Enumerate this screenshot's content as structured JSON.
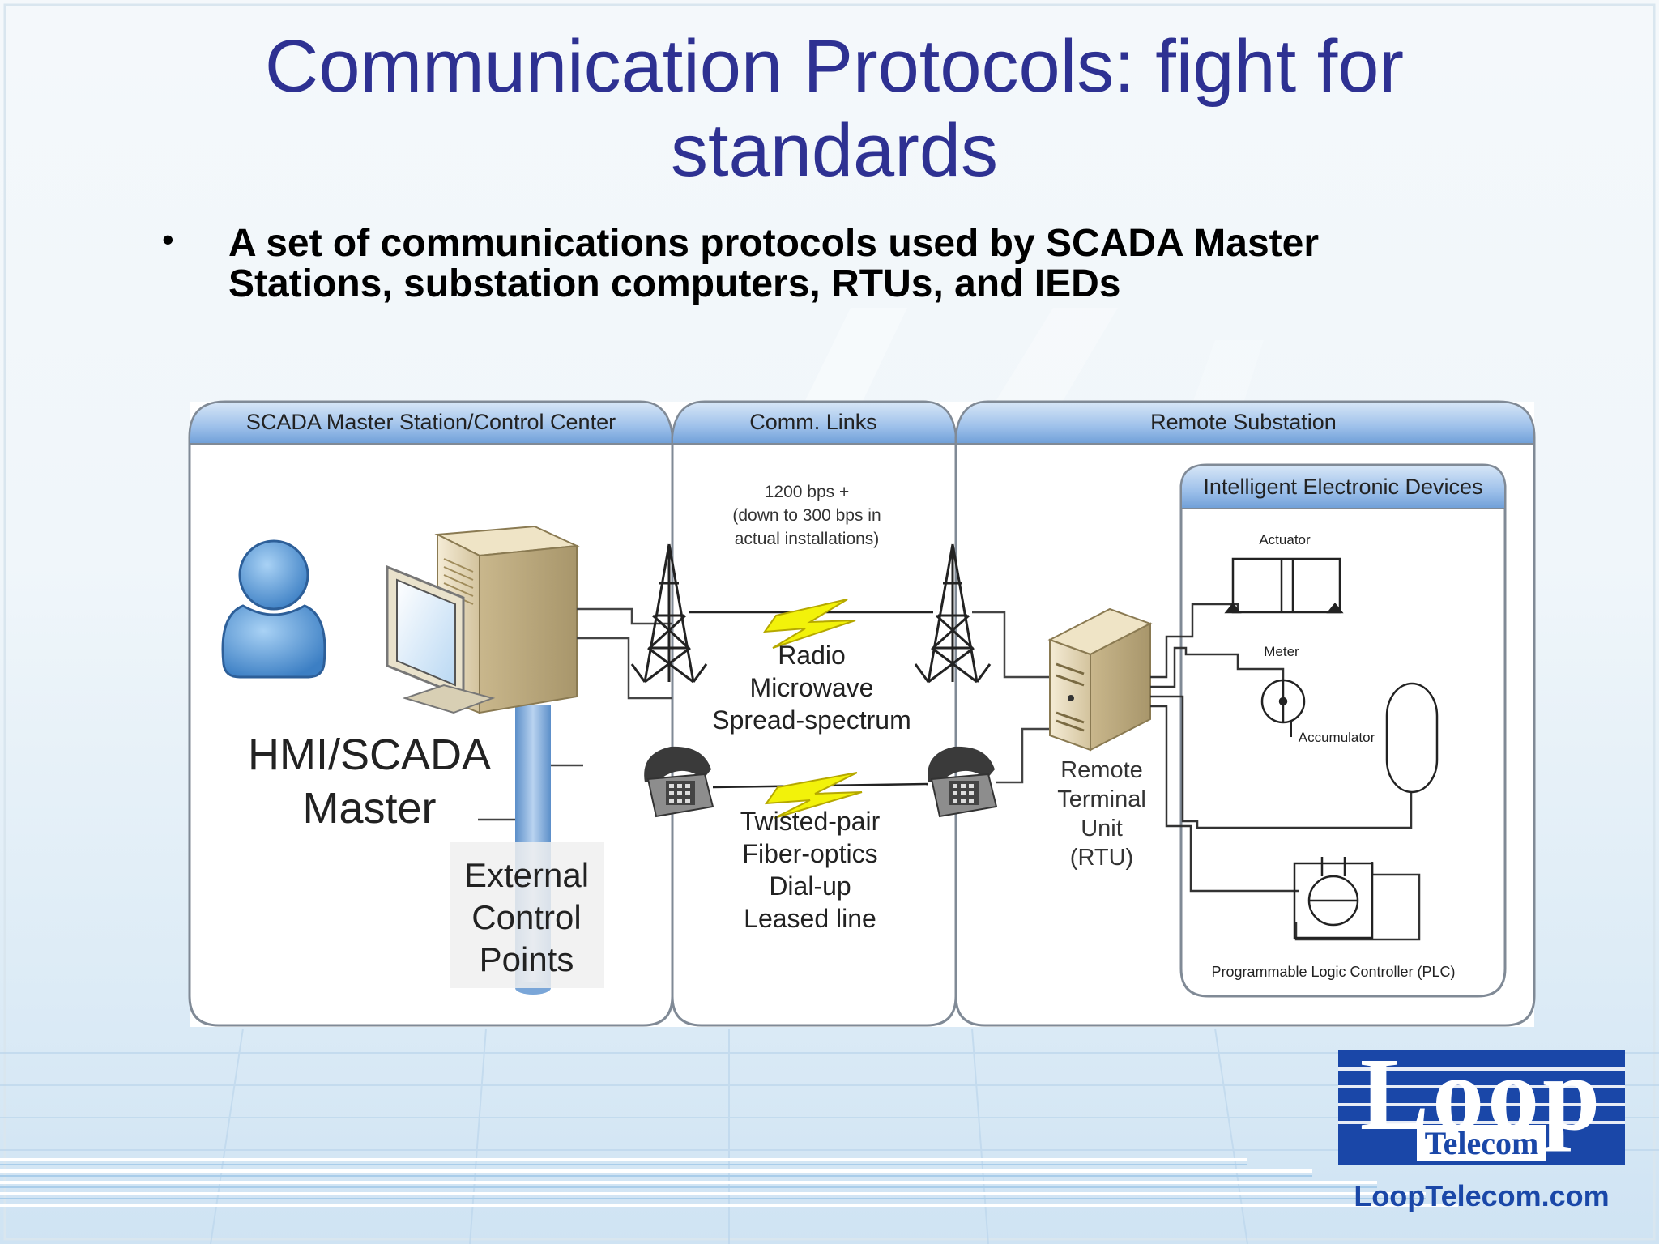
{
  "slide": {
    "title": "Communication Protocols: fight for standards",
    "bullet": "A set of communications protocols used by SCADA Master Stations, substation computers, RTUs, and IEDs"
  },
  "diagram": {
    "panels": {
      "master": "SCADA Master Station/Control Center",
      "links": "Comm. Links",
      "remote": "Remote Substation"
    },
    "master_label_line1": "HMI/SCADA",
    "master_label_line2": "Master",
    "external_line1": "External",
    "external_line2": "Control",
    "external_line3": "Points",
    "speed_line1": "1200 bps +",
    "speed_line2": "(down to 300 bps in",
    "speed_line3": "actual installations)",
    "wireless_line1": "Radio",
    "wireless_line2": "Microwave",
    "wireless_line3": "Spread-spectrum",
    "wired_line1": "Twisted-pair",
    "wired_line2": "Fiber-optics",
    "wired_line3": "Dial-up",
    "wired_line4": "Leased line",
    "rtu_line1": "Remote",
    "rtu_line2": "Terminal",
    "rtu_line3": "Unit",
    "rtu_line4": "(RTU)",
    "ied_title": "Intelligent Electronic Devices",
    "actuator": "Actuator",
    "meter": "Meter",
    "accumulator": "Accumulator",
    "plc": "Programmable Logic Controller (PLC)",
    "icons": [
      "person-icon",
      "server-icon",
      "monitor-icon",
      "radio-tower-icon",
      "telephone-icon",
      "lightning-icon",
      "rtu-server-icon"
    ]
  },
  "logo": {
    "word": "Loop",
    "sub": "Telecom",
    "url": "LoopTelecom.com"
  },
  "colors": {
    "title": "#2e3192",
    "panel_header": "#8fb6e6",
    "panel_border": "#7a8ea8",
    "logo_blue": "#1a47a8",
    "lightning": "#f2f20a"
  }
}
